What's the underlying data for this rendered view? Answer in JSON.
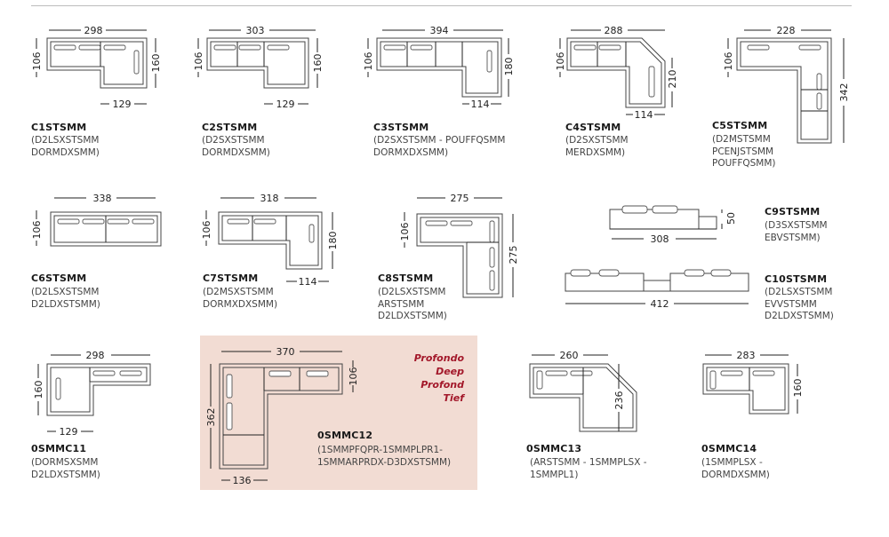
{
  "colors": {
    "accent_red": "#a3182a",
    "highlight_bg": "#f2dcd3",
    "line": "#444444"
  },
  "deep_labels": [
    "Profondo",
    "Deep",
    "Profond",
    "Tief"
  ],
  "items": {
    "c1": {
      "code": "C1STSMM",
      "desc": "(D2LSXSTSMM\nDORMDXSMM)",
      "dims": {
        "w": "298",
        "d": "106",
        "h": "160",
        "b": "129"
      }
    },
    "c2": {
      "code": "C2STSMM",
      "desc": "(D2SXSTSMM\nDORMDXSMM)",
      "dims": {
        "w": "303",
        "d": "106",
        "h": "160",
        "b": "129"
      }
    },
    "c3": {
      "code": "C3STSMM",
      "desc": "(D2SXSTSMM - POUFFQSMM\nDORMXDXSMM)",
      "dims": {
        "w": "394",
        "d": "106",
        "h": "180",
        "b": "114"
      }
    },
    "c4": {
      "code": "C4STSMM",
      "desc": "(D2SXSTSMM\nMERDXSMM)",
      "dims": {
        "w": "288",
        "d": "106",
        "h": "210",
        "b": "114"
      }
    },
    "c5": {
      "code": "C5STSMM",
      "desc": "(D2MSTSMM\nPCENJSTSMM\nPOUFFQSMM)",
      "dims": {
        "w": "228",
        "d": "106",
        "h": "342"
      }
    },
    "c6": {
      "code": "C6STSMM",
      "desc": "(D2LSXSTSMM\nD2LDXSTSMM)",
      "dims": {
        "w": "338",
        "d": "106"
      }
    },
    "c7": {
      "code": "C7STSMM",
      "desc": "(D2MSXSTSMM\nDORMXDXSMM)",
      "dims": {
        "w": "318",
        "d": "106",
        "h": "180",
        "b": "114"
      }
    },
    "c8": {
      "code": "C8STSMM",
      "desc": "(D2LSXSTSMM\nARSTSMM\nD2LDXSTSMM)",
      "dims": {
        "w": "275",
        "d": "106",
        "h": "275"
      }
    },
    "c9": {
      "code": "C9STSMM",
      "desc": "(D3SXSTSMM\nEBVSTSMM)",
      "dims": {
        "w": "308",
        "d": "50"
      }
    },
    "c10": {
      "code": "C10STSMM",
      "desc": "(D2LSXSTSMM\nEVVSTSMM\nD2LDXSTSMM)",
      "dims": {
        "w": "412"
      }
    },
    "m11": {
      "code": "0SMMC11",
      "desc": "(DORMSXSMM\nD2LDXSTSMM)",
      "dims": {
        "w": "298",
        "h": "160",
        "b": "129"
      }
    },
    "m12": {
      "code": "0SMMC12",
      "desc": "(1SMMPFQPR-1SMMPLPR1-\n1SMMARPRDX-D3DXSTSMM)",
      "dims": {
        "w": "370",
        "d": "106",
        "h": "362",
        "b": "136"
      }
    },
    "m13": {
      "code": "0SMMC13",
      "desc": "(ARSTSMM - 1SMMPLSX -\n1SMMPL1)",
      "dims": {
        "w": "260",
        "h": "236"
      }
    },
    "m14": {
      "code": "0SMMC14",
      "desc": "(1SMMPLSX -\nDORMDXSMM)",
      "dims": {
        "w": "283",
        "h": "160"
      }
    }
  }
}
